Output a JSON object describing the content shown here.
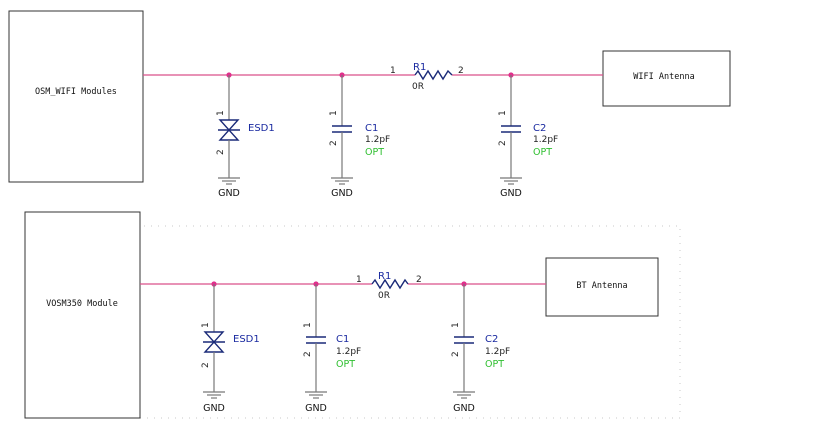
{
  "circuits": [
    {
      "module_label": "OSM_WIFI Modules",
      "antenna_label": "WIFI Antenna",
      "esd": {
        "ref": "ESD1",
        "pin1": "1",
        "pin2": "2"
      },
      "c1": {
        "ref": "C1",
        "value": "1.2pF",
        "note": "OPT",
        "pin1": "1",
        "pin2": "2"
      },
      "r1": {
        "ref": "R1",
        "value": "0R",
        "pin1": "1",
        "pin2": "2"
      },
      "c2": {
        "ref": "C2",
        "value": "1.2pF",
        "note": "OPT",
        "pin1": "1",
        "pin2": "2"
      },
      "gnd_label": "GND"
    },
    {
      "module_label": "VOSM350 Module",
      "antenna_label": "BT Antenna",
      "esd": {
        "ref": "ESD1",
        "pin1": "1",
        "pin2": "2"
      },
      "c1": {
        "ref": "C1",
        "value": "1.2pF",
        "note": "OPT",
        "pin1": "1",
        "pin2": "2"
      },
      "r1": {
        "ref": "R1",
        "value": "0R",
        "pin1": "1",
        "pin2": "2"
      },
      "c2": {
        "ref": "C2",
        "value": "1.2pF",
        "note": "OPT",
        "pin1": "1",
        "pin2": "2"
      },
      "gnd_label": "GND"
    }
  ],
  "colors": {
    "wire": "#d9528a",
    "junction": "#e0308c",
    "refdes": "#1a2aa0",
    "opt": "#2fbf30"
  }
}
